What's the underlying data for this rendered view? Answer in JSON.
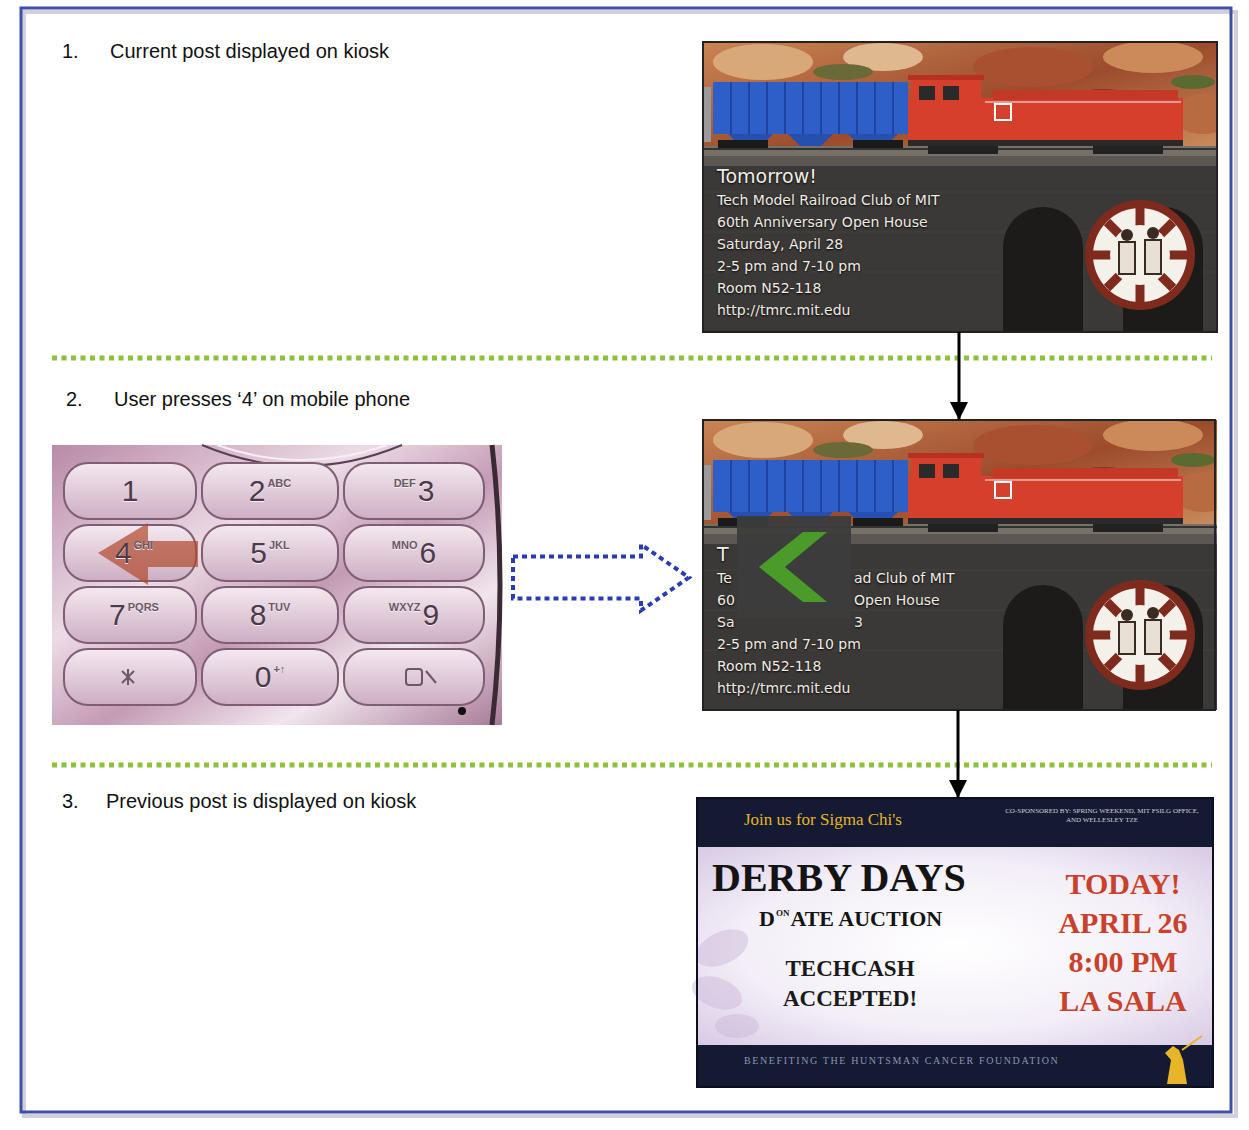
{
  "diagram": {
    "nodes": [
      {
        "text": [
          "Tomorrow!",
          "Tech Model Railroad Club of MIT",
          "60th Anniversary Open House",
          "Saturday, April 28",
          "2-5 pm and 7-10 pm",
          "Room N52-118",
          "http://tmrc.mit.edu"
        ]
      },
      {
        "text": [
          "1",
          "2",
          "ABC",
          "DEF",
          "3",
          "4",
          "GHI",
          "5",
          "JKL",
          "MNO",
          "6",
          "7",
          "PQRS",
          "8",
          "TUV",
          "WXYZ",
          "9",
          "0",
          "+↑"
        ]
      },
      {
        "text": [
          "T",
          "Te",
          "ad Club of MIT",
          "60",
          "Open House",
          "Sa",
          "3",
          "2-5 pm and 7-10 pm",
          "Room N52-118",
          "http://tmrc.mit.edu"
        ]
      },
      {
        "text": [
          "Join us for Sigma Chi's",
          "CO-SPONSORED BY: SPRING WEEKEND, MIT FSILG OFFICE, AND WELLESLEY TZE",
          "DERBY DAYS",
          "D",
          "ON",
          "ATE AUCTION",
          "TECHCASH ACCEPTED!",
          "TODAY! APRIL 26 8:00 PM LA SALA",
          "BENEFITING THE HUNTSMAN CANCER FOUNDATION"
        ]
      }
    ],
    "edges": [
      {
        "from": 0,
        "to": 2,
        "arrow": "to"
      },
      {
        "from": 1,
        "to": 2,
        "arrow": "to"
      },
      {
        "from": 2,
        "to": 3,
        "arrow": "to"
      }
    ],
    "labels": [
      "1.",
      "Current post displayed on kiosk",
      "2.",
      "User presses ‘4’ on mobile phone",
      "3.",
      "Previous post is displayed on kiosk"
    ]
  }
}
